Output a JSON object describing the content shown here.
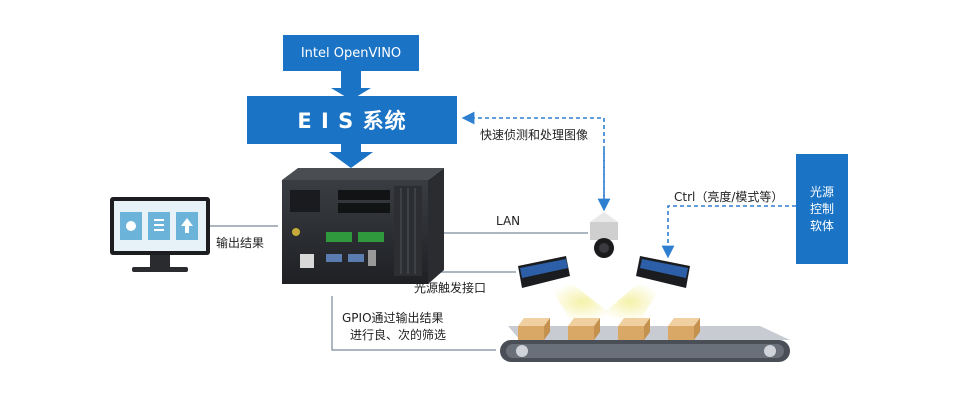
{
  "diagram": {
    "intel_box": "Intel OpenVINO",
    "eis_box": "E I S 系统",
    "light_software_box": [
      "光源",
      "控制",
      "软体"
    ],
    "label_detect": "快速侦测和处理图像",
    "label_ctrl": "Ctrl（亮度/模式等）",
    "label_lan": "LAN",
    "label_output": "输出结果",
    "label_trigger": "光源触发接口",
    "label_gpio_line1": "GPIO通过输出结果",
    "label_gpio_line2": "进行良、次的筛选"
  },
  "colors": {
    "accent_blue": "#1a73c4",
    "line_gray": "#7a8a9a",
    "dashed_blue": "#2f7fd0"
  },
  "icons": [
    "monitor-icon",
    "industrial-pc-icon",
    "camera-icon",
    "light-bar-icon",
    "conveyor-belt-icon",
    "package-icon"
  ]
}
